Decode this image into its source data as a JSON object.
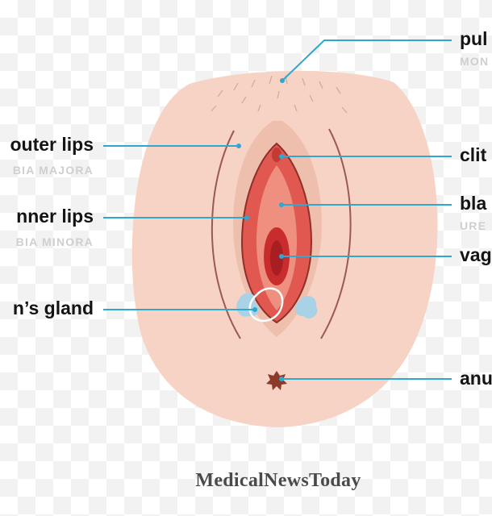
{
  "labels": {
    "pubis": {
      "title": "pul",
      "subtitle": "MON"
    },
    "outer_lips": {
      "title": "outer lips",
      "subtitle": "BIA MAJORA"
    },
    "clitoris": {
      "title": "clit"
    },
    "inner_lips": {
      "title": "nner lips",
      "subtitle": "BIA MINORA"
    },
    "bladder": {
      "title": "bla",
      "subtitle": "URE"
    },
    "vagina": {
      "title": "vag"
    },
    "gland": {
      "title": "n’s gland"
    },
    "anus": {
      "title": "anu"
    }
  },
  "branding": {
    "name": "MedicalNewsToday"
  },
  "colors": {
    "skin_outer": "#f6d3c5",
    "skin_inner": "#f2b8a6",
    "labia_minora": "#e0584f",
    "inner_red": "#c92c2c",
    "leader_line": "#2fa7cf",
    "gland": "#a9d2e6"
  }
}
